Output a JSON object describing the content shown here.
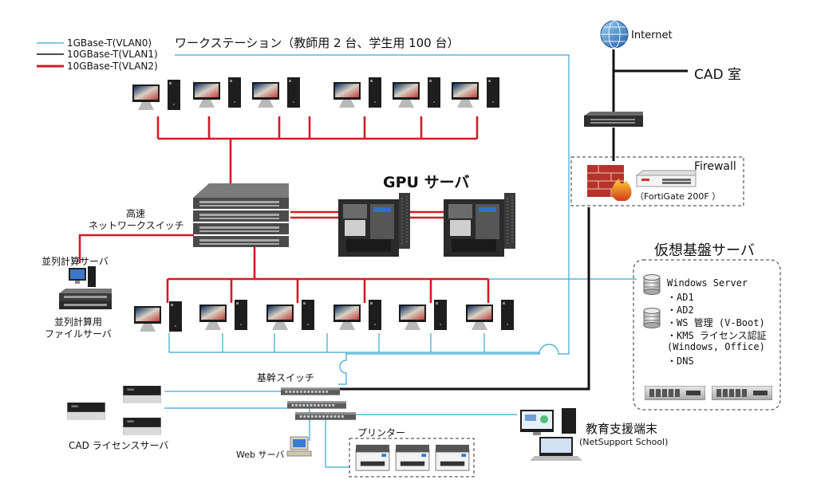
{
  "legend": [
    {
      "label": "1GBase-T(VLAN0)",
      "color": "#35a7d2"
    },
    {
      "label": "10GBase-T(VLAN1)",
      "color": "#111111"
    },
    {
      "label": "10GBase-T(VLAN2)",
      "color": "#d01c24"
    }
  ],
  "colors": {
    "vlan0": "#35a7d2",
    "vlan1": "#111111",
    "vlan2": "#d01c24"
  },
  "labels": {
    "workstation": "ワークステーション（教師用 2 台、学生用 100 台）",
    "internet": "Internet",
    "cad_room": "CAD 室",
    "firewall": "Firewall",
    "fortigate": "（FortiGate 200F ）",
    "gpu_server": "GPU サーバ",
    "switch_line1": "高速",
    "switch_line2": "ネットワークスイッチ",
    "parallel": "並列計算サーバ",
    "parallel_file_1": "並列計算用",
    "parallel_file_2": "ファイルサーバ",
    "virtual": "仮想基盤サーバ",
    "core_switch": "基幹スイッチ",
    "cad_license": "CAD ライセンスサーバ",
    "web": "Web サーバ",
    "printer": "プリンター",
    "edu_1": "教育支援端末",
    "edu_2": "(NetSupport School)"
  },
  "virtual_items": [
    "Windows Server",
    "・AD1",
    "・AD2",
    "・WS 管理 (V-Boot)",
    "・KMS ライセンス認証",
    "(Windows, Office)",
    "・DNS"
  ]
}
